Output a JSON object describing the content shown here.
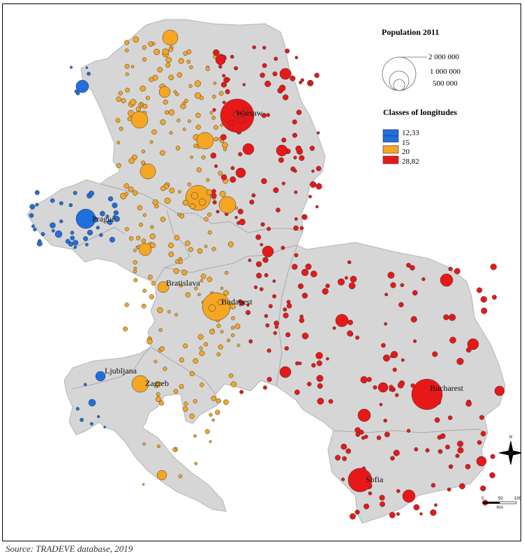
{
  "colors": {
    "land": "#d6d6d6",
    "border": "#a8a8a8",
    "blue": "#1f6fde",
    "orange": "#f5a623",
    "red": "#e81818"
  },
  "legend": {
    "population_title": "Population 2011",
    "population_values": [
      "2 000 000",
      "1 000 000",
      "500 000"
    ],
    "classes_title": "Classes of longitudes",
    "classes": [
      {
        "label": "12,33",
        "color": "#1f6fde"
      },
      {
        "label": "15",
        "color": "#1f6fde"
      },
      {
        "label": "20",
        "color": "#f5a623"
      },
      {
        "label": "28,82",
        "color": "#e81818"
      }
    ]
  },
  "scale_bar": {
    "labels": [
      "0",
      "50",
      "100"
    ],
    "unit": "Km"
  },
  "north_arrow": {
    "label": "N"
  },
  "cities": [
    {
      "name": "Warsaw",
      "class": "red",
      "population": 1700000
    },
    {
      "name": "Prague",
      "class": "blue",
      "population": 1250000
    },
    {
      "name": "Bratislava",
      "class": "orange",
      "population": 420000
    },
    {
      "name": "Budapest",
      "class": "orange",
      "population": 1730000
    },
    {
      "name": "Ljubljana",
      "class": "blue",
      "population": 280000
    },
    {
      "name": "Zagreb",
      "class": "orange",
      "population": 790000
    },
    {
      "name": "Bucharest",
      "class": "red",
      "population": 1900000
    },
    {
      "name": "Sofia",
      "class": "red",
      "population": 1200000
    }
  ],
  "source": "Source: TRADEVE database, 2019"
}
